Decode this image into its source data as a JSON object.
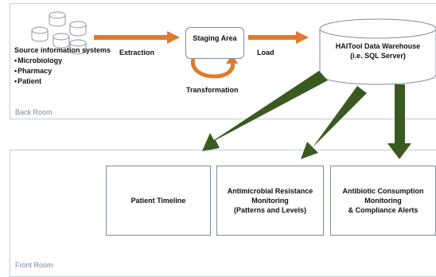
{
  "back_room": {
    "label": "Back Room",
    "source_title": "Source information systems",
    "sources": [
      "Microbiology",
      "Pharmacy",
      "Patient"
    ],
    "extraction_label": "Extraction",
    "staging_label": "Staging Area",
    "transformation_label": "Transformation",
    "load_label": "Load",
    "warehouse_label": "HAITool Data Warehouse\n(i.e. SQL Server)"
  },
  "front_room": {
    "label": "Front Room",
    "boxes": [
      {
        "label": "Patient Timeline"
      },
      {
        "label": "Antimicrobial Resistance\nMonitoring\n(Patterns and Levels)"
      },
      {
        "label": "Antibiotic Consumption\nMonitoring\n& Compliance Alerts"
      }
    ]
  },
  "colors": {
    "flow_arrow": "#e07a2e",
    "output_arrow": "#3a5a22",
    "database_icon": "#8a94a6",
    "room_border": "#c3ccd9"
  },
  "icons": [
    "database-icon"
  ]
}
